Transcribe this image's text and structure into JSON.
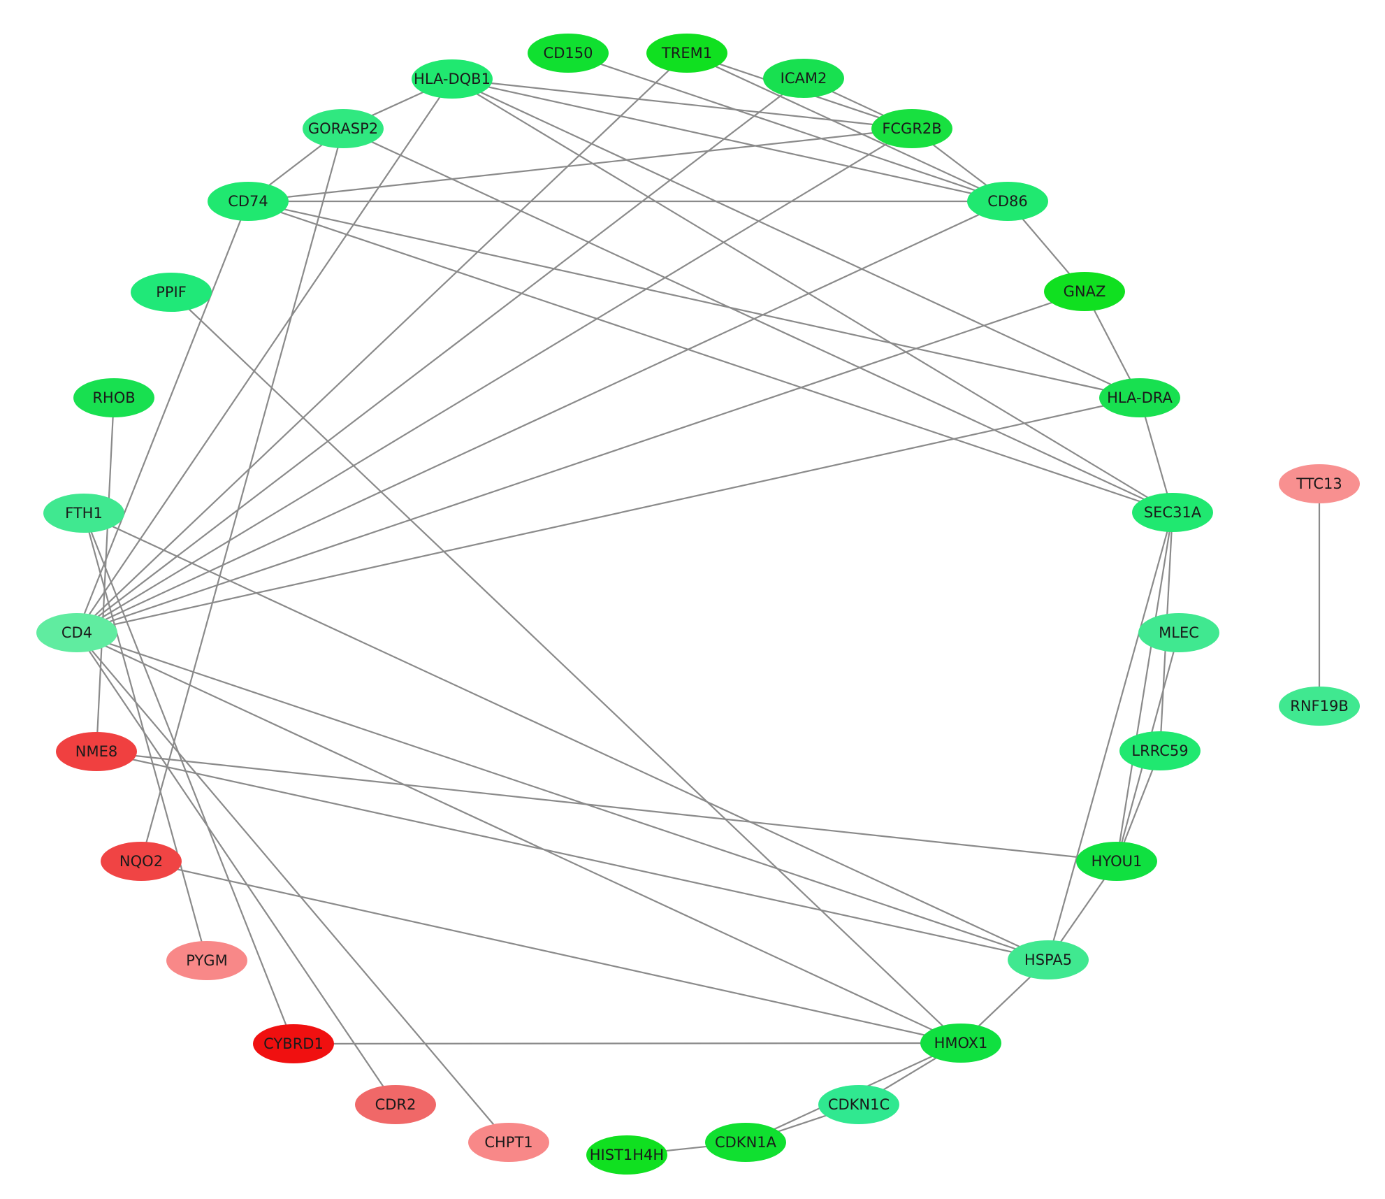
{
  "network": {
    "nodes": [
      {
        "id": "CD150",
        "label": "CD150",
        "color": "#10e030"
      },
      {
        "id": "TREM1",
        "label": "TREM1",
        "color": "#10e020"
      },
      {
        "id": "HLA-DQB1",
        "label": "HLA-DQB1",
        "color": "#20e870"
      },
      {
        "id": "ICAM2",
        "label": "ICAM2",
        "color": "#18e050"
      },
      {
        "id": "GORASP2",
        "label": "GORASP2",
        "color": "#30e880"
      },
      {
        "id": "FCGR2B",
        "label": "FCGR2B",
        "color": "#18e040"
      },
      {
        "id": "CD74",
        "label": "CD74",
        "color": "#20e870"
      },
      {
        "id": "CD86",
        "label": "CD86",
        "color": "#20e870"
      },
      {
        "id": "PPIF",
        "label": "PPIF",
        "color": "#20e878"
      },
      {
        "id": "GNAZ",
        "label": "GNAZ",
        "color": "#10e020"
      },
      {
        "id": "RHOB",
        "label": "RHOB",
        "color": "#18e050"
      },
      {
        "id": "HLA-DRA",
        "label": "HLA-DRA",
        "color": "#18e050"
      },
      {
        "id": "FTH1",
        "label": "FTH1",
        "color": "#40e890"
      },
      {
        "id": "SEC31A",
        "label": "SEC31A",
        "color": "#20e870"
      },
      {
        "id": "CD4",
        "label": "CD4",
        "color": "#60eca0"
      },
      {
        "id": "MLEC",
        "label": "MLEC",
        "color": "#40e890"
      },
      {
        "id": "NME8",
        "label": "NME8",
        "color": "#f04040"
      },
      {
        "id": "LRRC59",
        "label": "LRRC59",
        "color": "#20e870"
      },
      {
        "id": "NQO2",
        "label": "NQO2",
        "color": "#f04444"
      },
      {
        "id": "HYOU1",
        "label": "HYOU1",
        "color": "#10e040"
      },
      {
        "id": "PYGM",
        "label": "PYGM",
        "color": "#f88888"
      },
      {
        "id": "HSPA5",
        "label": "HSPA5",
        "color": "#40e890"
      },
      {
        "id": "CYBRD1",
        "label": "CYBRD1",
        "color": "#f01010"
      },
      {
        "id": "HMOX1",
        "label": "HMOX1",
        "color": "#10e040"
      },
      {
        "id": "CDR2",
        "label": "CDR2",
        "color": "#f06868"
      },
      {
        "id": "CDKN1C",
        "label": "CDKN1C",
        "color": "#30e890"
      },
      {
        "id": "CHPT1",
        "label": "CHPT1",
        "color": "#f88888"
      },
      {
        "id": "CDKN1A",
        "label": "CDKN1A",
        "color": "#10e030"
      },
      {
        "id": "HIST1H4H",
        "label": "HIST1H4H",
        "color": "#10e020"
      },
      {
        "id": "TTC13",
        "label": "TTC13",
        "color": "#f89090"
      },
      {
        "id": "RNF19B",
        "label": "RNF19B",
        "color": "#40e890"
      }
    ],
    "edges": [
      [
        "CD150",
        "CD86"
      ],
      [
        "TREM1",
        "FCGR2B"
      ],
      [
        "TREM1",
        "CD86"
      ],
      [
        "TREM1",
        "CD4"
      ],
      [
        "ICAM2",
        "FCGR2B"
      ],
      [
        "ICAM2",
        "CD4"
      ],
      [
        "HLA-DQB1",
        "GORASP2"
      ],
      [
        "HLA-DQB1",
        "FCGR2B"
      ],
      [
        "HLA-DQB1",
        "CD86"
      ],
      [
        "HLA-DQB1",
        "HLA-DRA"
      ],
      [
        "HLA-DQB1",
        "SEC31A"
      ],
      [
        "HLA-DQB1",
        "CD4"
      ],
      [
        "GORASP2",
        "CD74"
      ],
      [
        "GORASP2",
        "SEC31A"
      ],
      [
        "GORASP2",
        "NQO2"
      ],
      [
        "FCGR2B",
        "CD86"
      ],
      [
        "FCGR2B",
        "CD74"
      ],
      [
        "FCGR2B",
        "CD4"
      ],
      [
        "CD74",
        "CD86"
      ],
      [
        "CD74",
        "HLA-DRA"
      ],
      [
        "CD74",
        "SEC31A"
      ],
      [
        "CD74",
        "CD4"
      ],
      [
        "CD86",
        "GNAZ"
      ],
      [
        "CD86",
        "CD4"
      ],
      [
        "GNAZ",
        "HLA-DRA"
      ],
      [
        "GNAZ",
        "CD4"
      ],
      [
        "HLA-DRA",
        "SEC31A"
      ],
      [
        "HLA-DRA",
        "CD4"
      ],
      [
        "SEC31A",
        "LRRC59"
      ],
      [
        "SEC31A",
        "HYOU1"
      ],
      [
        "SEC31A",
        "HSPA5"
      ],
      [
        "MLEC",
        "HYOU1"
      ],
      [
        "LRRC59",
        "HYOU1"
      ],
      [
        "HYOU1",
        "HSPA5"
      ],
      [
        "HYOU1",
        "NME8"
      ],
      [
        "PPIF",
        "HMOX1"
      ],
      [
        "RHOB",
        "NME8"
      ],
      [
        "FTH1",
        "HSPA5"
      ],
      [
        "FTH1",
        "CYBRD1"
      ],
      [
        "FTH1",
        "PYGM"
      ],
      [
        "CD4",
        "HSPA5"
      ],
      [
        "CD4",
        "HMOX1"
      ],
      [
        "CD4",
        "CDR2"
      ],
      [
        "CD4",
        "CHPT1"
      ],
      [
        "NME8",
        "HSPA5"
      ],
      [
        "NQO2",
        "HMOX1"
      ],
      [
        "CYBRD1",
        "HMOX1"
      ],
      [
        "HSPA5",
        "HMOX1"
      ],
      [
        "HMOX1",
        "CDKN1C"
      ],
      [
        "HMOX1",
        "CDKN1A"
      ],
      [
        "CDKN1C",
        "CDKN1A"
      ],
      [
        "CDKN1A",
        "HIST1H4H"
      ],
      [
        "TTC13",
        "RNF19B"
      ]
    ]
  }
}
